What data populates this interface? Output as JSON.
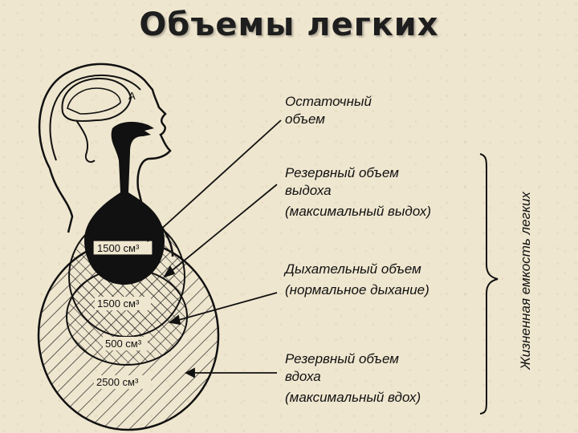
{
  "title": "Объемы легких",
  "labels": {
    "residual": [
      "Остаточный",
      "объем"
    ],
    "expiratory_reserve": [
      "Резервный объем",
      "выдоха",
      "(максимальный выдох)"
    ],
    "tidal": [
      "Дыхательный объем",
      "(нормальное дыхание)"
    ],
    "inspiratory_reserve": [
      "Резервный объем",
      "вдоха",
      "(максимальный вдох)"
    ]
  },
  "vital_capacity_label": "Жизненная емкость легких",
  "volumes": {
    "residual": "1500 см³",
    "expiratory_reserve": "1500 см³",
    "tidal": "500 см³",
    "inspiratory_reserve": "2500 см³"
  },
  "colors": {
    "background": "#efe6cf",
    "ink": "#111111"
  }
}
